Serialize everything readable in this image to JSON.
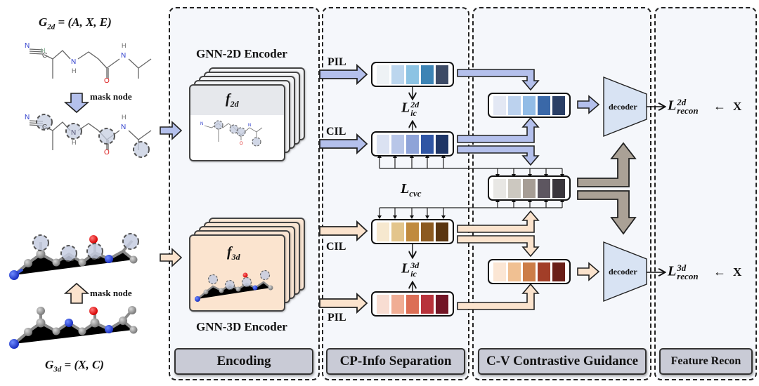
{
  "inputs": {
    "g2d_label": "G",
    "g2d_sub": "2d",
    "g2d_rest": " = (A, X, E)",
    "g3d_label": "G",
    "g3d_sub": "3d",
    "g3d_rest": " = (X, C)",
    "mask_node_top": "mask node",
    "mask_node_bottom": "mask node",
    "atom_labels": {
      "N": "N",
      "C": "C",
      "H": "H",
      "O": "O"
    }
  },
  "stages": [
    {
      "id": "encoding",
      "label": "Encoding"
    },
    {
      "id": "cp-info",
      "label": "CP-Info Separation"
    },
    {
      "id": "cv-guidance",
      "label": "C-V Contrastive Guidance"
    },
    {
      "id": "feature-recon",
      "label": "Feature Recon"
    }
  ],
  "encoding": {
    "top_title": "GNN-2D Encoder",
    "bottom_title": "GNN-3D Encoder",
    "f2d": "f",
    "f2d_sub": "2d",
    "f3d": "f",
    "f3d_sub": "3d"
  },
  "separation": {
    "pil_top": "PIL",
    "cil_top": "CIL",
    "cil_bottom": "CIL",
    "pil_bottom": "PIL",
    "lic_2d": "L",
    "lic_2d_sup": "2d",
    "lic_2d_sub": "ic",
    "lic_3d": "L",
    "lic_3d_sup": "3d",
    "lic_3d_sub": "ic",
    "lcvc": "L",
    "lcvc_sub": "cvc"
  },
  "vectors": {
    "pil_2d": [
      "#eef2f5",
      "#bcd6ee",
      "#8cc3e3",
      "#3d84b5",
      "#3d4b66"
    ],
    "cil_2d": [
      "#dbe2f2",
      "#b8c6e8",
      "#8ea3d8",
      "#2f55a4",
      "#1e3566"
    ],
    "cil_3d": [
      "#f6e8cf",
      "#e3c58c",
      "#c08a3e",
      "#8c5a20",
      "#5a3510"
    ],
    "pil_3d": [
      "#f8ddd2",
      "#f0ad94",
      "#dc6e55",
      "#b8323a",
      "#731525"
    ],
    "guide_2d": [
      "#e3e8f4",
      "#bcd2ee",
      "#92bce6",
      "#3a68a8",
      "#2a3f66"
    ],
    "common": [
      "#e8e7e4",
      "#ccc8c0",
      "#a69d95",
      "#5d5660",
      "#3a363c"
    ],
    "guide_3d": [
      "#fbe6d4",
      "#f0c092",
      "#cc7d48",
      "#a23e28",
      "#6a1f18"
    ]
  },
  "colors": {
    "arrow_2d": "#b4c0ec",
    "arrow_3d": "#fbe3cd",
    "arrow_common": "#aaa196",
    "decoder_fill": "#d8e3f3",
    "panel_bg": "#f5f7fb",
    "stage_label_bg": "#c9cbd6"
  },
  "decoder": {
    "top": "decoder",
    "bottom": "decoder"
  },
  "recon": {
    "l2d": "L",
    "l2d_sup": "2d",
    "l2d_sub": "recon",
    "l3d": "L",
    "l3d_sup": "3d",
    "l3d_sub": "recon",
    "target_top": "X",
    "target_bottom": "X",
    "arrow_glyph": "←"
  }
}
